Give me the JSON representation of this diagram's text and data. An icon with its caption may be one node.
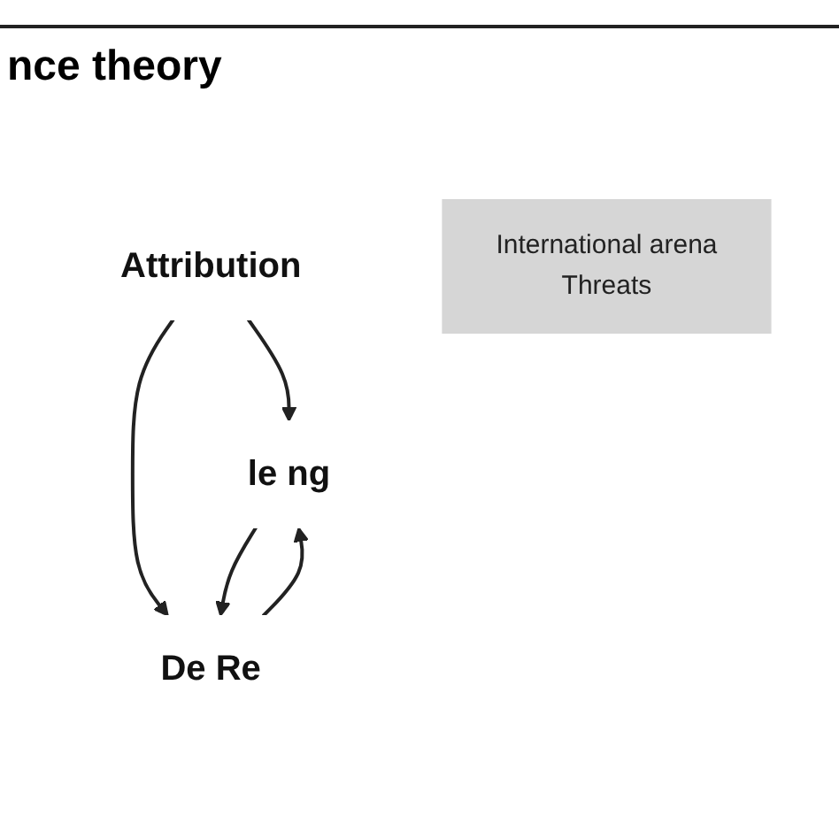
{
  "diagram": {
    "title": "nce theory",
    "nodes": [
      {
        "text": [
          "Attribution"
        ]
      },
      {
        "text": [
          "International arena",
          "Threats"
        ]
      },
      {
        "text": [
          "le ng"
        ]
      },
      {
        "text": [
          "De Re"
        ]
      }
    ],
    "edges": [
      {
        "from": 0,
        "to": 2,
        "arrow": "to"
      },
      {
        "from": 0,
        "to": 3,
        "arrow": "to"
      },
      {
        "from": 3,
        "to": 2,
        "arrow": "to"
      },
      {
        "from": 2,
        "to": 3,
        "arrow": "to"
      }
    ]
  }
}
